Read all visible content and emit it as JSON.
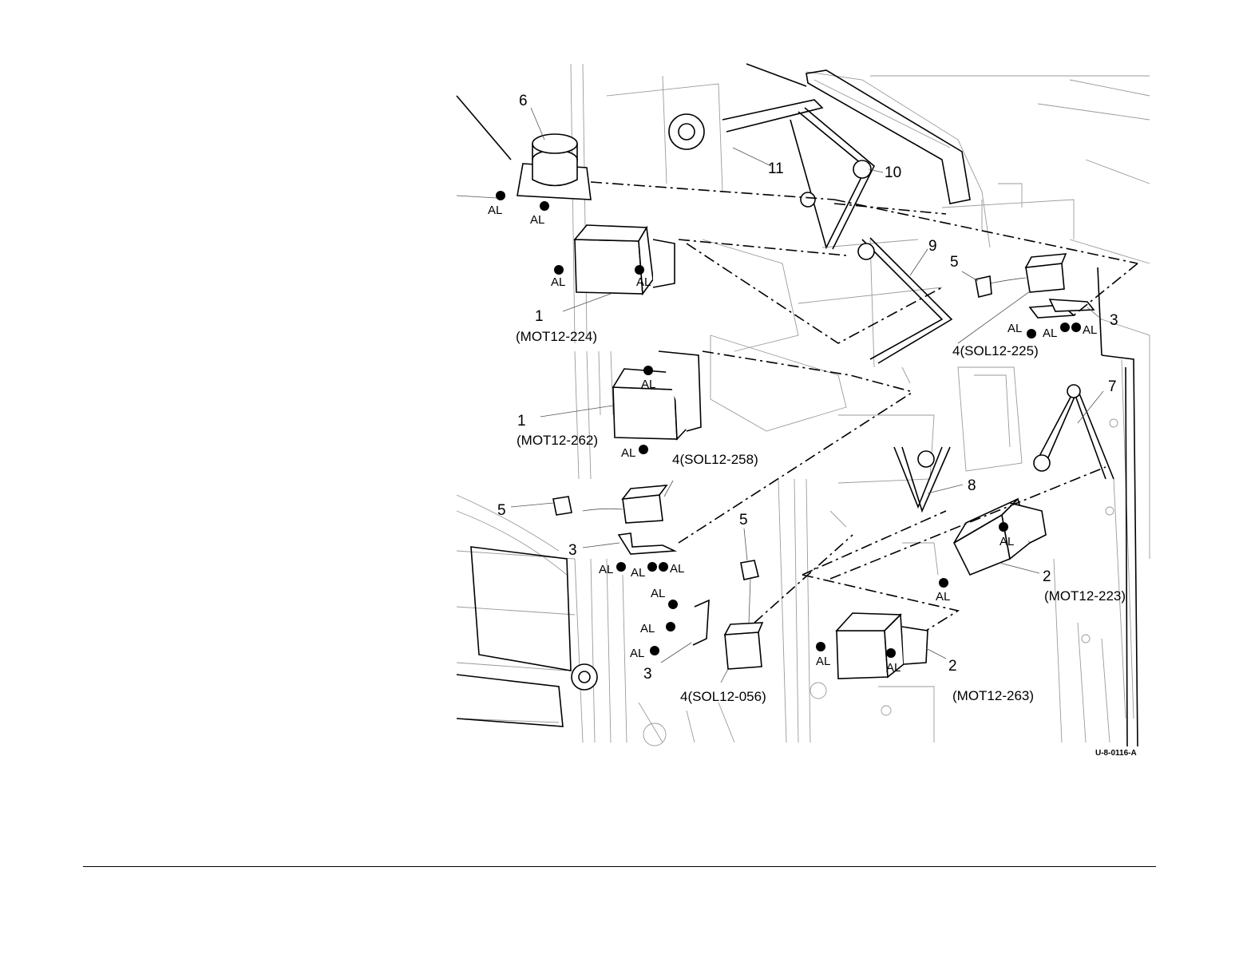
{
  "figure_id": "U-8-0116-A",
  "parts": [
    {
      "key": "p6",
      "number": "6",
      "code": ""
    },
    {
      "key": "p11",
      "number": "11",
      "code": ""
    },
    {
      "key": "p10",
      "number": "10",
      "code": ""
    },
    {
      "key": "p9",
      "number": "9",
      "code": ""
    },
    {
      "key": "p5a",
      "number": "5",
      "code": ""
    },
    {
      "key": "p3a",
      "number": "3",
      "code": ""
    },
    {
      "key": "p4a",
      "number": "4",
      "code": "(SOL12-225)"
    },
    {
      "key": "p1a",
      "number": "1",
      "code": "(MOT12-224)"
    },
    {
      "key": "p1b",
      "number": "1",
      "code": "(MOT12-262)"
    },
    {
      "key": "p4b",
      "number": "4",
      "code": "(SOL12-258)"
    },
    {
      "key": "p7",
      "number": "7",
      "code": ""
    },
    {
      "key": "p8",
      "number": "8",
      "code": ""
    },
    {
      "key": "p5b",
      "number": "5",
      "code": ""
    },
    {
      "key": "p3b",
      "number": "3",
      "code": ""
    },
    {
      "key": "p5c",
      "number": "5",
      "code": ""
    },
    {
      "key": "p2a",
      "number": "2",
      "code": "(MOT12-223)"
    },
    {
      "key": "p3c",
      "number": "3",
      "code": ""
    },
    {
      "key": "p4c",
      "number": "4",
      "code": "(SOL12-056)"
    },
    {
      "key": "p2b",
      "number": "2",
      "code": "(MOT12-263)"
    }
  ],
  "screw_label": "AL"
}
